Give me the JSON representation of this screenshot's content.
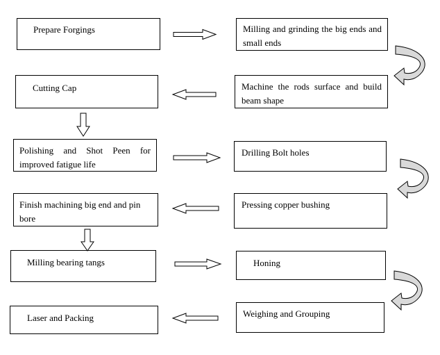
{
  "steps": [
    {
      "id": "prepare",
      "label": "Prepare Forgings"
    },
    {
      "id": "milling",
      "label": "Milling and grinding the big ends and small ends"
    },
    {
      "id": "machine",
      "label": "Machine the rods surface and build beam shape"
    },
    {
      "id": "cutting",
      "label": "Cutting Cap"
    },
    {
      "id": "polishing",
      "label": "Polishing and Shot Peen for improved fatigue life"
    },
    {
      "id": "drilling",
      "label": "Drilling Bolt holes"
    },
    {
      "id": "pressing",
      "label": "Pressing copper bushing"
    },
    {
      "id": "finish",
      "label": "Finish machining big end and pin bore"
    },
    {
      "id": "tangs",
      "label": "Milling bearing tangs"
    },
    {
      "id": "honing",
      "label": "Honing"
    },
    {
      "id": "weighing",
      "label": "Weighing and Grouping"
    },
    {
      "id": "laser",
      "label": "Laser and Packing"
    }
  ],
  "colors": {
    "stroke": "#000000",
    "arrow_fill": "#ffffff",
    "curve_fill": "#d9d9d9"
  }
}
